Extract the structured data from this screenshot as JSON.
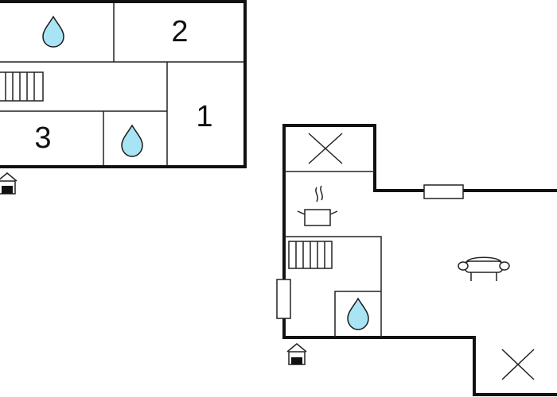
{
  "floor_plan": {
    "rooms": [
      {
        "label": "2"
      },
      {
        "label": "1"
      },
      {
        "label": "3"
      }
    ],
    "icons": {
      "water": "water-drop-icon",
      "stairs": "stairs-icon",
      "entrance": "house-entrance-icon",
      "void": "open-void-icon",
      "kitchen": "cooking-pot-icon",
      "sofa": "sofa-icon",
      "window": "window-icon"
    },
    "colors": {
      "water_fill": "#a8e4f4",
      "walls": "#111111",
      "background": "#ffffff"
    }
  }
}
